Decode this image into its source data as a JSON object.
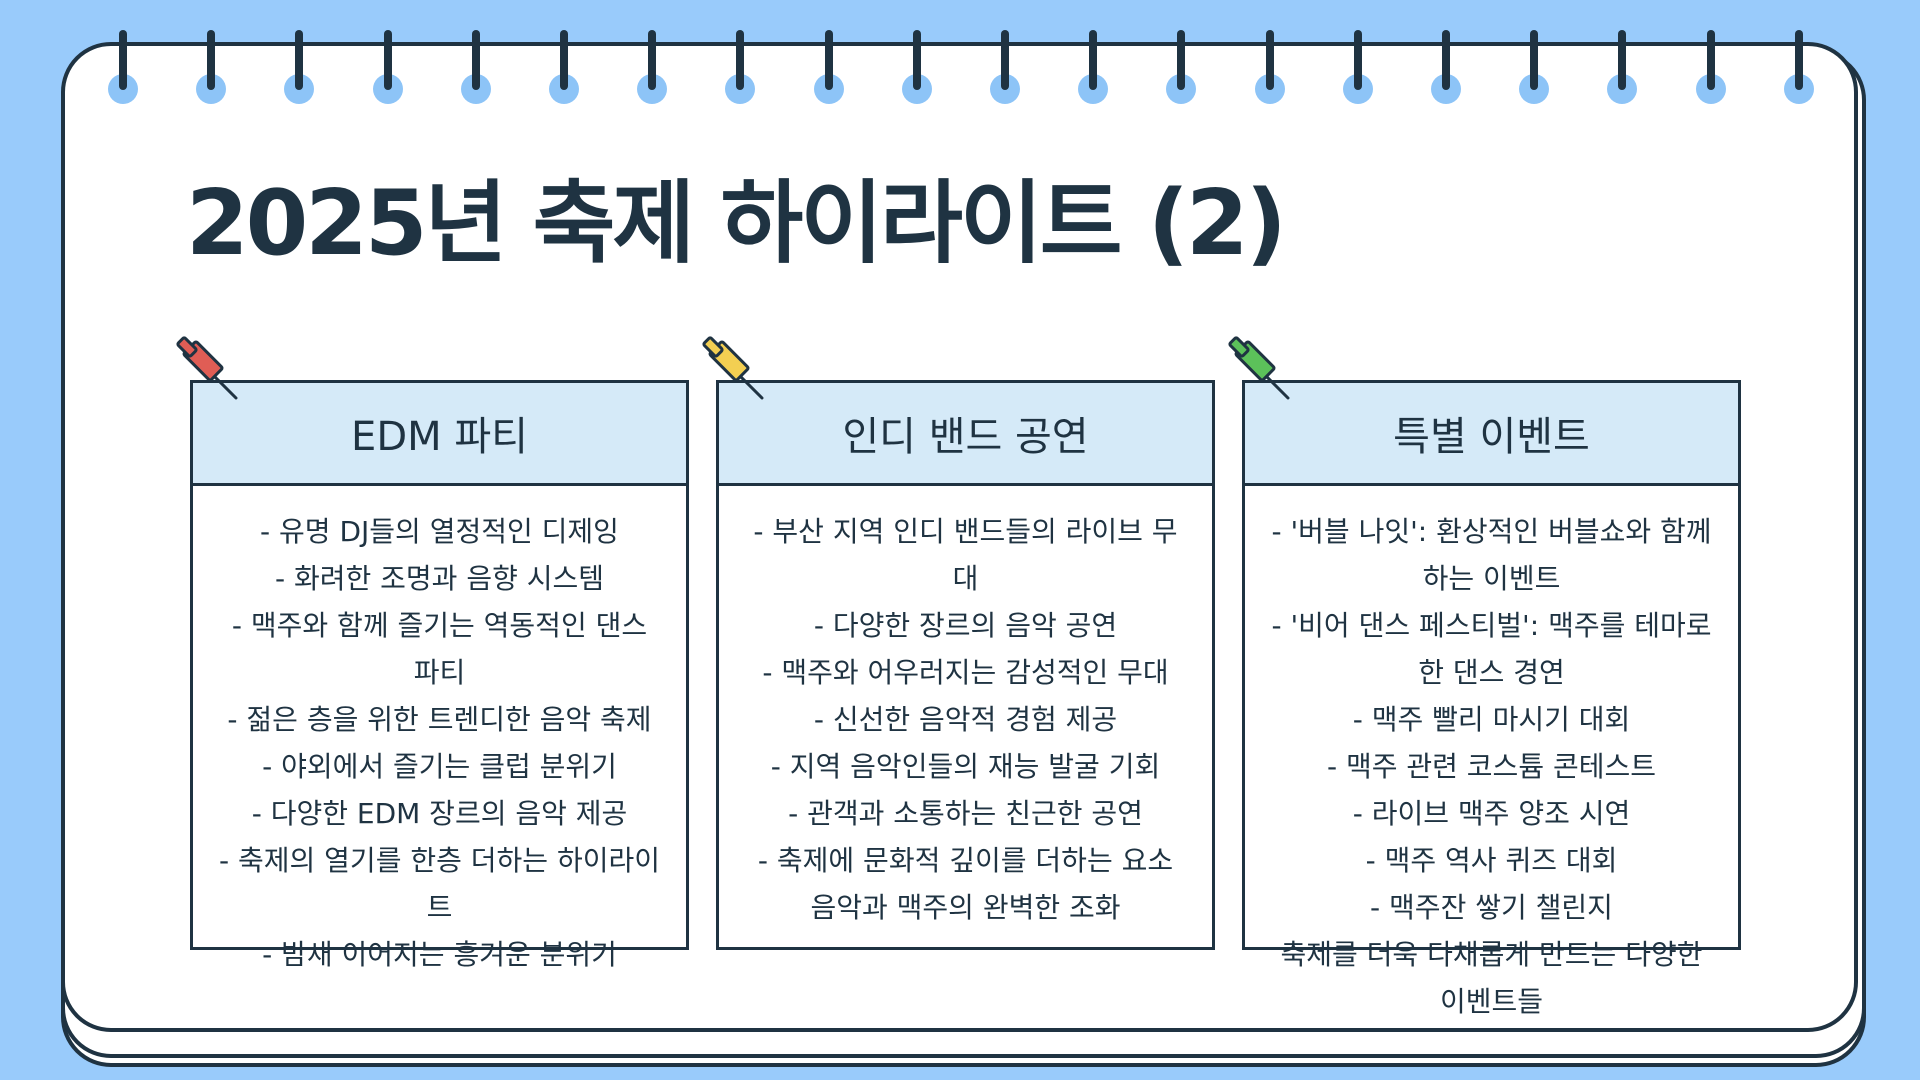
{
  "slide": {
    "title": "2025년 축제 하이라이트 (2)"
  },
  "colors": {
    "background": "#99cbfb",
    "ink": "#1f3342",
    "card_header": "#d5eaf8",
    "pin_red": "#e05d55",
    "pin_yellow": "#f3cf52",
    "pin_green": "#5cc15a"
  },
  "cards": [
    {
      "heading": "EDM 파티",
      "pin_icon": "red-pushpin-icon",
      "items": [
        "- 유명 DJ들의 열정적인 디제잉",
        "- 화려한 조명과 음향 시스템",
        "- 맥주와 함께 즐기는 역동적인 댄스 파티",
        "- 젊은 층을 위한 트렌디한 음악 축제",
        "- 야외에서 즐기는 클럽 분위기",
        "- 다양한 EDM 장르의 음악 제공",
        "- 축제의 열기를 한층 더하는 하이라이트",
        "- 밤새 이어지는 흥겨운 분위기"
      ]
    },
    {
      "heading": "인디 밴드 공연",
      "pin_icon": "yellow-pushpin-icon",
      "items": [
        "- 부산 지역 인디 밴드들의 라이브 무대",
        "- 다양한 장르의 음악 공연",
        "- 맥주와 어우러지는 감성적인 무대",
        "- 신선한 음악적 경험 제공",
        "- 지역 음악인들의 재능 발굴 기회",
        "- 관객과 소통하는 친근한 공연",
        "- 축제에 문화적 깊이를 더하는 요소",
        "음악과 맥주의 완벽한 조화"
      ]
    },
    {
      "heading": "특별 이벤트",
      "pin_icon": "green-pushpin-icon",
      "items": [
        "- '버블 나잇': 환상적인 버블쇼와 함께하는 이벤트",
        "- '비어 댄스 페스티벌': 맥주를 테마로 한 댄스 경연",
        "- 맥주 빨리 마시기 대회",
        "- 맥주 관련 코스튬 콘테스트",
        "- 라이브 맥주 양조 시연",
        "- 맥주 역사 퀴즈 대회",
        "- 맥주잔 쌓기 챌린지",
        "축제를 더욱 다채롭게 만드는 다양한 이벤트들"
      ]
    }
  ]
}
